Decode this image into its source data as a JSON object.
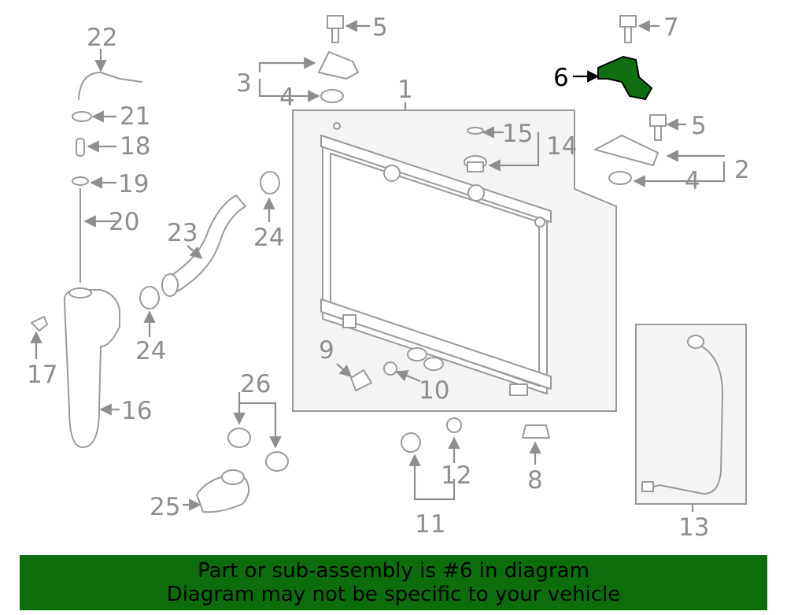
{
  "diagram": {
    "callouts": [
      "22",
      "5",
      "7",
      "6",
      "21",
      "3",
      "4",
      "1",
      "18",
      "15",
      "14",
      "5",
      "19",
      "2",
      "4",
      "20",
      "24",
      "23",
      "9",
      "17",
      "24",
      "10",
      "16",
      "26",
      "13",
      "12",
      "8",
      "25",
      "11"
    ]
  },
  "colors": {
    "highlight_part": "#0f6e0f",
    "banner_bg": "#0b6d0b",
    "line_gray": "#9a9a9a",
    "panel_fill": "#f4f4f4"
  },
  "banner": {
    "line1": "Part or sub-assembly is #6 in diagram",
    "line2": "Diagram may not be specific to your vehicle"
  }
}
